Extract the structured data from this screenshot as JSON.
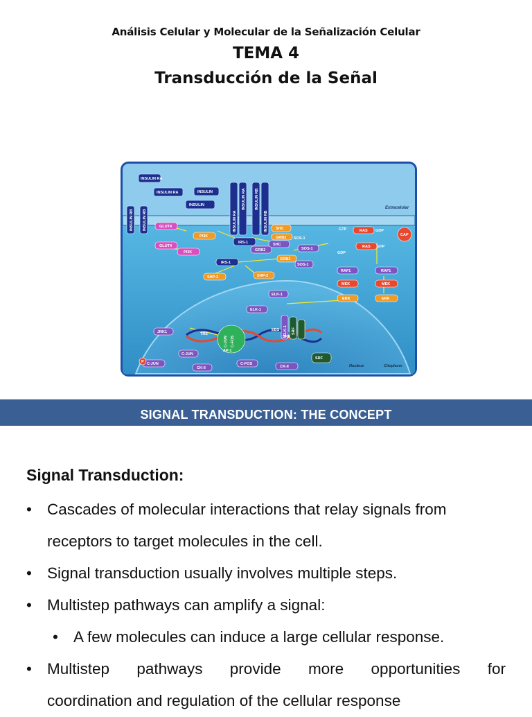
{
  "header": {
    "course": "Análisis Celular y Molecular de la Señalización Celular",
    "topic": "TEMA 4",
    "subtitle": "Transducción de la Señal"
  },
  "diagram": {
    "labels": {
      "insulin_ra_1": "INSULIN RA",
      "insulin_ra_2": "INSULIN RA",
      "insulin_1": "INSULIN",
      "insulin_2": "INSULIN",
      "rb_1": "INSULIN RB",
      "rb_2": "INSULIN RB",
      "rb_3": "INSULIN RA",
      "rb_4": "INSULIN RA",
      "rb_5": "INSULIN RB",
      "rb_6": "INSULIN RB",
      "extracellular": "Extracelular",
      "glut4_1": "GLUT4",
      "glut4_2": "GLUT4",
      "pi3k_1": "PI3K",
      "pi3k_2": "PI3K",
      "irs1_1": "IRS-1",
      "irs1_2": "IRS-1",
      "shc_1": "SHC",
      "shc_2": "SHC",
      "grb2_1": "GRB2",
      "grb2_2": "GRB2",
      "grb2_3": "GRB2",
      "sos1_1": "SOS-1",
      "sos1_2": "SOS-1",
      "sos1_3": "SOS-1",
      "shp2_1": "SHP-2",
      "shp2_2": "SHP-2",
      "gtp_1": "GTP",
      "gtp_2": "GTP",
      "gdp_1": "GDP",
      "gdp_2": "GDP",
      "ras_1": "RAS",
      "ras_2": "RAS",
      "cap": "CAP",
      "raf1_1": "RAF1",
      "raf1_2": "RAF1",
      "mek_1": "MEK",
      "mek_2": "MEK",
      "erk_1": "ERK",
      "erk_2": "ERK",
      "elk1_1": "ELK-1",
      "elk1_2": "ELK-1",
      "elk1_3": "ELK-1",
      "jnk1": "JNK1",
      "tre": "TRE",
      "cjun_1": "C-JUN",
      "cjun_2": "C-JUN",
      "cjun_3": "C-JUN",
      "cfos_1": "C-FOS",
      "cfos_2": "C-FOS",
      "ap1": "AP-1",
      "ebs": "EBS",
      "sre": "SRE",
      "srf_1": "SRF",
      "srf_2": "SRF",
      "ckii_1": "CK-II",
      "ckii_2": "CK-II",
      "p": "P",
      "nucleus": "Nucleus",
      "cytoplasm": "Citoplasm"
    }
  },
  "section": {
    "banner": "SIGNAL TRANSDUCTION: THE CONCEPT",
    "title": "Signal Transduction:",
    "bullet_char": "•",
    "bullets": {
      "b1_line1": "Cascades of molecular interactions that relay signals from",
      "b1_line2": "receptors to target molecules in the cell.",
      "b2": "Signal transduction usually involves multiple steps.",
      "b3": "Multistep pathways can amplify a signal:",
      "b3_sub": "A few molecules can induce a large cellular response.",
      "b4_words": [
        "Multistep",
        "pathways",
        "provide",
        "more",
        "opportunities",
        "for"
      ],
      "b4_line2": "coordination and regulation of the cellular response"
    }
  }
}
